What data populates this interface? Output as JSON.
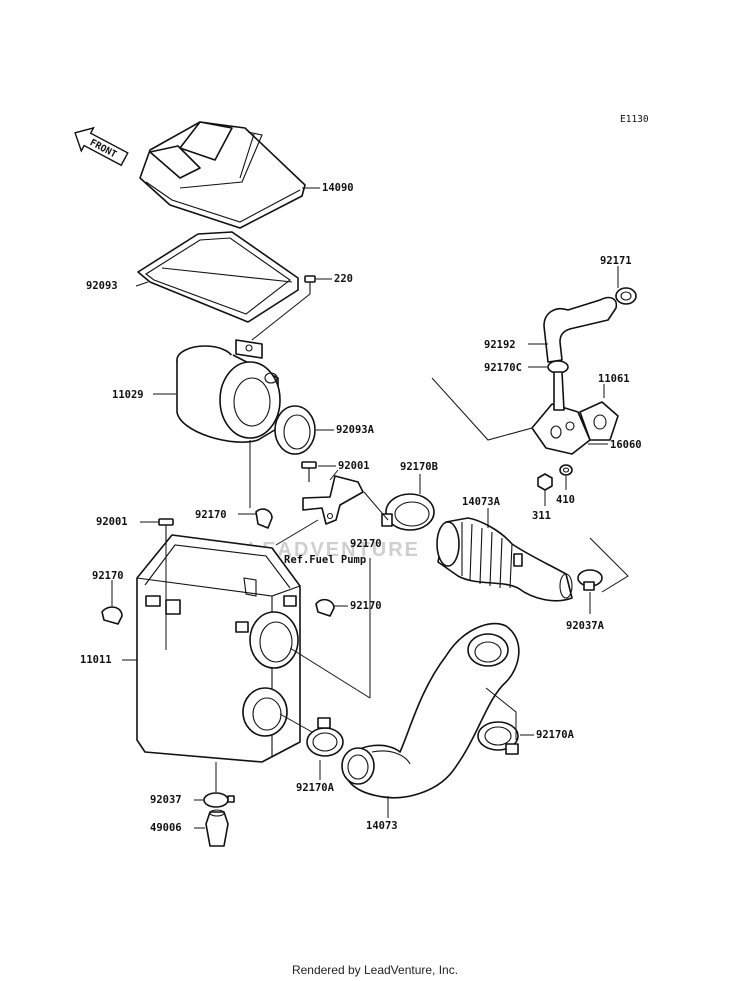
{
  "diagram_code": "E1130",
  "front_label": "FRONT",
  "ref_note": "Ref.Fuel Pump",
  "watermark": "LEADVENTURE",
  "footer": "Rendered by LeadVenture, Inc.",
  "parts": {
    "p14090": "14090",
    "p92093": "92093",
    "p220": "220",
    "p11029": "11029",
    "p92093A": "92093A",
    "p92001_top": "92001",
    "p92170B": "92170B",
    "p92170_mid": "92170",
    "p92001_left": "92001",
    "p92170_left": "92170",
    "p92170_right": "92170",
    "p92170_long": "92170",
    "p11011": "11011",
    "p92037": "92037",
    "p49006": "49006",
    "p92170A_left": "92170A",
    "p14073": "14073",
    "p92170A_right": "92170A",
    "p14073A": "14073A",
    "p92037A": "92037A",
    "p92171": "92171",
    "p92192": "92192",
    "p92170C": "92170C",
    "p11061": "11061",
    "p16060": "16060",
    "p410": "410",
    "p311": "311"
  }
}
